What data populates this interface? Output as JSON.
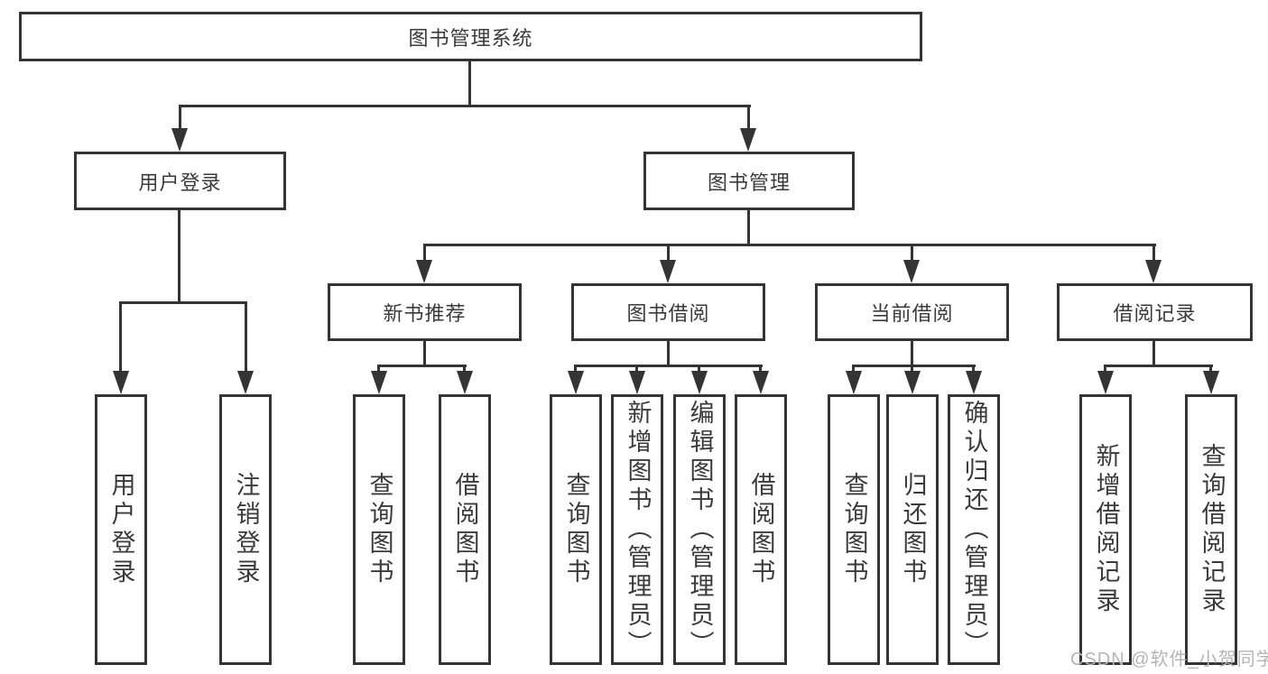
{
  "root": {
    "label": "图书管理系统"
  },
  "level1": {
    "user_login": {
      "label": "用户登录"
    },
    "book_mgmt": {
      "label": "图书管理"
    }
  },
  "level2": {
    "new_books": {
      "label": "新书推荐"
    },
    "book_borrow": {
      "label": "图书借阅"
    },
    "current_borrow": {
      "label": "当前借阅"
    },
    "borrow_records": {
      "label": "借阅记录"
    }
  },
  "leaves": {
    "user_login": [
      "用户登录",
      "注销登录"
    ],
    "new_books": [
      "查询图书",
      "借阅图书"
    ],
    "book_borrow": [
      "查询图书",
      "新增图书（管理员）",
      "编辑图书（管理员）",
      "借阅图书"
    ],
    "current_borrow": [
      "查询图书",
      "归还图书",
      "确认归还（管理员）"
    ],
    "borrow_records": [
      "新增借阅记录",
      "查询借阅记录"
    ]
  },
  "watermark": {
    "text": "CSDN @软件_小贺同学"
  },
  "colors": {
    "line": "#343434",
    "text": "#3a3a3a",
    "watermark": "#b5b5b5",
    "background": "#ffffff"
  }
}
